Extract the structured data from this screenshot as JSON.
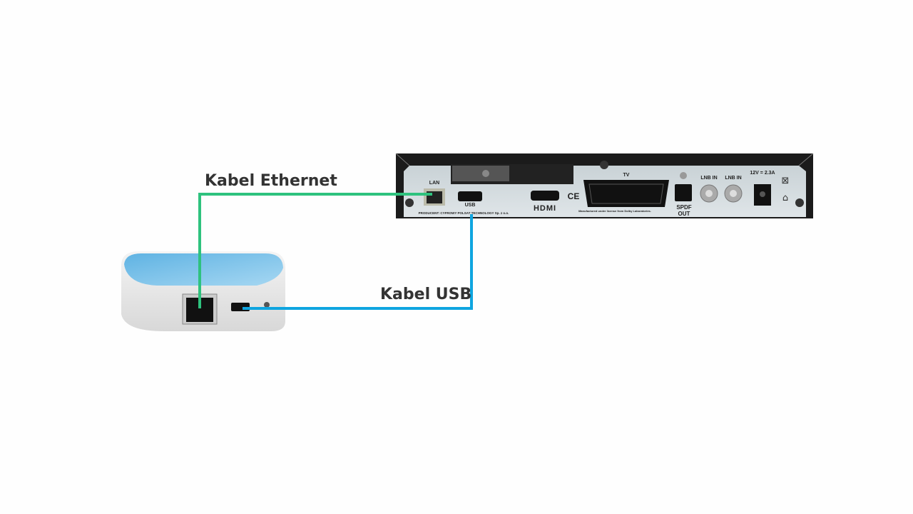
{
  "labels": {
    "ethernet_cable": "Kabel Ethernet",
    "usb_cable": "Kabel USB"
  },
  "decoder": {
    "lan": "LAN",
    "usb": "USB",
    "hdmi": "HDMI",
    "ce": "CE",
    "tv": "TV",
    "spdif_1": "SPDF",
    "spdif_2": "OUT",
    "lnb1": "LNB IN",
    "lnb2": "LNB IN",
    "power": "12V = 2.3A",
    "producer": "PRODUCENT: CYFROWY POLSAT TECHNOLOGY Sp. z o.o.",
    "dolby": "Manufactured under license from Dolby Laboratories."
  },
  "colors": {
    "ethernet": "#2ec27e",
    "usb": "#0ea5e0",
    "router_top": "#7cc4ea"
  }
}
